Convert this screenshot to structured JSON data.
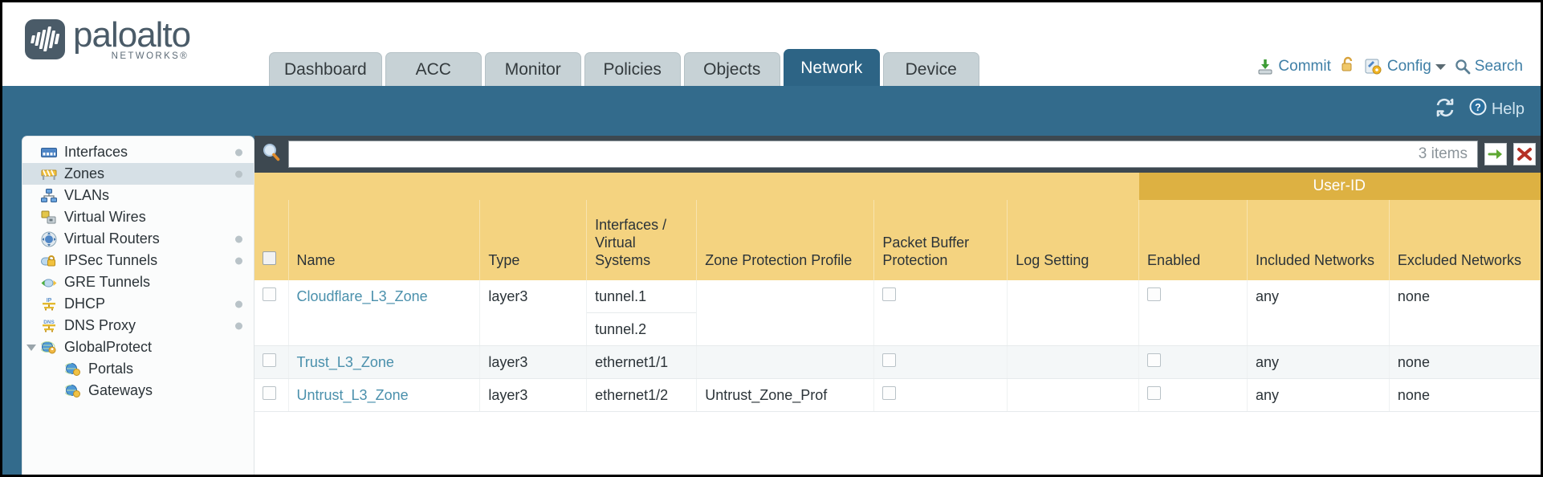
{
  "brand": {
    "name": "paloalto",
    "sub": "NETWORKS®"
  },
  "nav": {
    "tabs": [
      {
        "label": "Dashboard",
        "active": false
      },
      {
        "label": "ACC",
        "active": false
      },
      {
        "label": "Monitor",
        "active": false
      },
      {
        "label": "Policies",
        "active": false
      },
      {
        "label": "Objects",
        "active": false
      },
      {
        "label": "Network",
        "active": true
      },
      {
        "label": "Device",
        "active": false
      }
    ]
  },
  "top_actions": {
    "commit": "Commit",
    "lock_icon": "unlocked-padlock-icon",
    "config": "Config",
    "search": "Search"
  },
  "band": {
    "refresh_icon": "refresh-icon",
    "help": "Help"
  },
  "sidebar": {
    "items": [
      {
        "label": "Interfaces",
        "icon": "interfaces-icon",
        "selected": false,
        "dot": true,
        "child": false,
        "expander": false
      },
      {
        "label": "Zones",
        "icon": "zones-icon",
        "selected": true,
        "dot": true,
        "child": false,
        "expander": false
      },
      {
        "label": "VLANs",
        "icon": "vlans-icon",
        "selected": false,
        "dot": false,
        "child": false,
        "expander": false
      },
      {
        "label": "Virtual Wires",
        "icon": "virtual-wires-icon",
        "selected": false,
        "dot": false,
        "child": false,
        "expander": false
      },
      {
        "label": "Virtual Routers",
        "icon": "virtual-routers-icon",
        "selected": false,
        "dot": true,
        "child": false,
        "expander": false
      },
      {
        "label": "IPSec Tunnels",
        "icon": "ipsec-tunnels-icon",
        "selected": false,
        "dot": true,
        "child": false,
        "expander": false
      },
      {
        "label": "GRE Tunnels",
        "icon": "gre-tunnels-icon",
        "selected": false,
        "dot": false,
        "child": false,
        "expander": false
      },
      {
        "label": "DHCP",
        "icon": "dhcp-icon",
        "selected": false,
        "dot": true,
        "child": false,
        "expander": false
      },
      {
        "label": "DNS Proxy",
        "icon": "dns-proxy-icon",
        "selected": false,
        "dot": true,
        "child": false,
        "expander": false
      },
      {
        "label": "GlobalProtect",
        "icon": "globalprotect-icon",
        "selected": false,
        "dot": false,
        "child": false,
        "expander": true
      },
      {
        "label": "Portals",
        "icon": "portals-icon",
        "selected": false,
        "dot": false,
        "child": true,
        "expander": false
      },
      {
        "label": "Gateways",
        "icon": "gateways-icon",
        "selected": false,
        "dot": false,
        "child": true,
        "expander": false
      }
    ]
  },
  "filter": {
    "value": "",
    "placeholder": "",
    "items_count": "3 items",
    "apply_icon": "green-arrow-icon",
    "clear_icon": "red-x-icon",
    "search_icon": "magnifier-icon"
  },
  "table": {
    "group_header": "User-ID",
    "columns": [
      "Name",
      "Type",
      "Interfaces / Virtual Systems",
      "Zone Protection Profile",
      "Packet Buffer Protection",
      "Log Setting",
      "Enabled",
      "Included Networks",
      "Excluded Networks"
    ],
    "rows": [
      {
        "name": "Cloudflare_L3_Zone",
        "type": "layer3",
        "interfaces": [
          "tunnel.1",
          "tunnel.2"
        ],
        "zone_protection_profile": "",
        "packet_buffer_protection": false,
        "log_setting": "",
        "userid_enabled": false,
        "included_networks": "any",
        "excluded_networks": "none"
      },
      {
        "name": "Trust_L3_Zone",
        "type": "layer3",
        "interfaces": [
          "ethernet1/1"
        ],
        "zone_protection_profile": "",
        "packet_buffer_protection": false,
        "log_setting": "",
        "userid_enabled": false,
        "included_networks": "any",
        "excluded_networks": "none"
      },
      {
        "name": "Untrust_L3_Zone",
        "type": "layer3",
        "interfaces": [
          "ethernet1/2"
        ],
        "zone_protection_profile": "Untrust_Zone_Prof",
        "packet_buffer_protection": false,
        "log_setting": "",
        "userid_enabled": false,
        "included_networks": "any",
        "excluded_networks": "none"
      }
    ]
  },
  "colors": {
    "brand_blue": "#336b8c",
    "active_tab": "#2d6485",
    "header_gold": "#f4d380",
    "group_gold": "#ddb142",
    "link_blue": "#4a90ac"
  }
}
